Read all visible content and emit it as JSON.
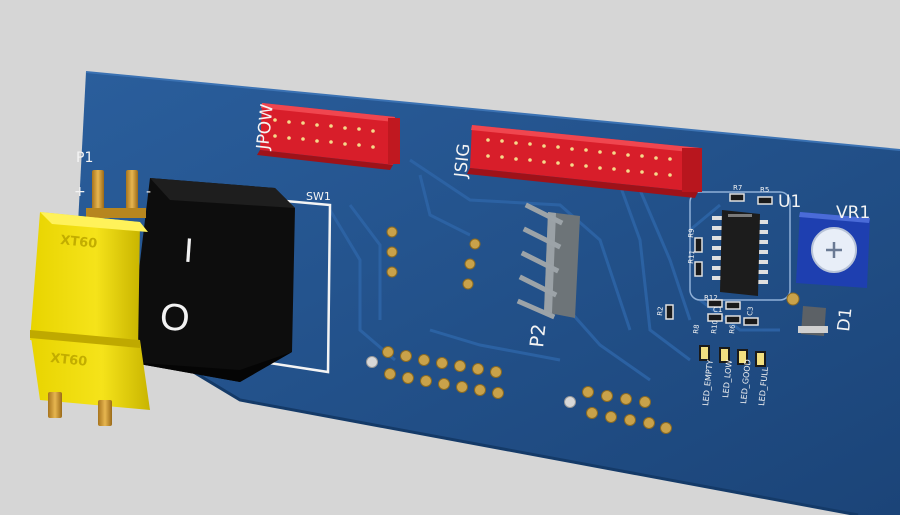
{
  "board": {
    "color": "#1e4d85",
    "silkscreen_color": "#f4f4f4",
    "header_color": "#d81e2a",
    "pad_color": "#c9a24a"
  },
  "labels": {
    "p1": "P1",
    "p1_plus": "+",
    "p1_minus": "-",
    "sw1": "SW1",
    "jpow": "JPOW",
    "jsig": "JSIG",
    "p2": "P2",
    "u1": "U1",
    "vr1": "VR1",
    "d1": "D1",
    "r7": "R7",
    "r5": "R5",
    "r9": "R9",
    "r11": "R11",
    "r12": "R12",
    "r2": "R2",
    "c1": "C1",
    "c3": "C3",
    "r6": "R6",
    "r10": "R10",
    "r8": "R8",
    "led_empty": "LED_EMPTY",
    "led_low": "LED_LOW",
    "led_good": "LED_GOOD",
    "led_full": "LED_FULL"
  },
  "switch": {
    "on_symbol": "I",
    "off_symbol": "O"
  },
  "connector": {
    "marking_top": "XT60",
    "marking_bottom": "XT60"
  }
}
